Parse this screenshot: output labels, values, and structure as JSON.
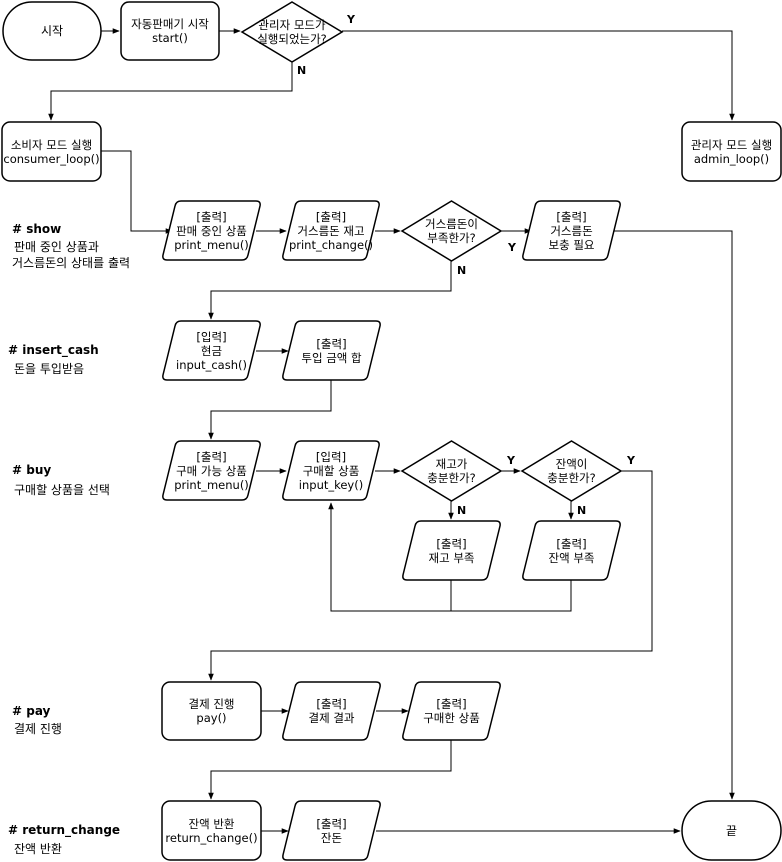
{
  "nodes": {
    "start": {
      "lines": [
        "시작"
      ]
    },
    "vend_start": {
      "lines": [
        "자동판매기 시작",
        "start()"
      ]
    },
    "admin_check": {
      "lines": [
        "관리자 모드가",
        "실행되었는가?"
      ]
    },
    "consumer": {
      "lines": [
        "소비자 모드 실행",
        "consumer_loop()"
      ]
    },
    "admin": {
      "lines": [
        "관리자 모드 실행",
        "admin_loop()"
      ]
    },
    "print_menu1": {
      "lines": [
        "[출력]",
        "판매 중인 상품",
        "print_menu()"
      ]
    },
    "print_change": {
      "lines": [
        "[출력]",
        "거스름돈 재고",
        "print_change()"
      ]
    },
    "change_short": {
      "lines": [
        "거스름돈이",
        "부족한가?"
      ]
    },
    "refill": {
      "lines": [
        "[출력]",
        "거스름돈",
        "보충 필요"
      ]
    },
    "input_cash": {
      "lines": [
        "[입력]",
        "현금",
        "input_cash()"
      ]
    },
    "cash_sum": {
      "lines": [
        "[출력]",
        "투입 금액 합"
      ]
    },
    "print_menu2": {
      "lines": [
        "[출력]",
        "구매 가능 상품",
        "print_menu()"
      ]
    },
    "input_key": {
      "lines": [
        "[입력]",
        "구매할 상품",
        "input_key()"
      ]
    },
    "stock_check": {
      "lines": [
        "재고가",
        "충분한가?"
      ]
    },
    "balance_check": {
      "lines": [
        "잔액이",
        "충분한가?"
      ]
    },
    "stock_short": {
      "lines": [
        "[출력]",
        "재고 부족"
      ]
    },
    "balance_short": {
      "lines": [
        "[출력]",
        "잔액 부족"
      ]
    },
    "pay": {
      "lines": [
        "결제 진행",
        "pay()"
      ]
    },
    "pay_result": {
      "lines": [
        "[출력]",
        "결제 결과"
      ]
    },
    "bought": {
      "lines": [
        "[출력]",
        "구매한 상품"
      ]
    },
    "return_change": {
      "lines": [
        "잔액 반환",
        "return_change()"
      ]
    },
    "change_out": {
      "lines": [
        "[출력]",
        "잔돈"
      ]
    },
    "end": {
      "lines": [
        "끝"
      ]
    }
  },
  "sections": [
    {
      "id": "show",
      "title": "# show",
      "desc": [
        "판매 중인 상품과",
        "거스름돈의 상태를 출력"
      ]
    },
    {
      "id": "insert_cash",
      "title": "# insert_cash",
      "desc": [
        "돈을 투입받음"
      ]
    },
    {
      "id": "buy",
      "title": "# buy",
      "desc": [
        "구매할 상품을 선택"
      ]
    },
    {
      "id": "pay",
      "title": "# pay",
      "desc": [
        "결제 진행"
      ]
    },
    {
      "id": "return_change",
      "title": "# return_change",
      "desc": [
        "잔액 반환"
      ]
    }
  ],
  "edge_labels": {
    "yes": "Y",
    "no": "N"
  },
  "colors": {
    "stroke": "#000000",
    "fill": "#ffffff",
    "text": "#000000"
  }
}
